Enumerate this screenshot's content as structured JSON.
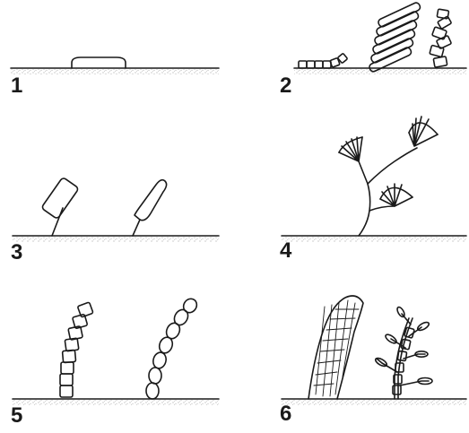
{
  "panels": [
    {
      "number": "1"
    },
    {
      "number": "2"
    },
    {
      "number": "3"
    },
    {
      "number": "4"
    },
    {
      "number": "5"
    },
    {
      "number": "6"
    }
  ],
  "colors": {
    "ink": "#1a1a1a",
    "substrate": "#9a9a9a",
    "background": "#ffffff"
  }
}
